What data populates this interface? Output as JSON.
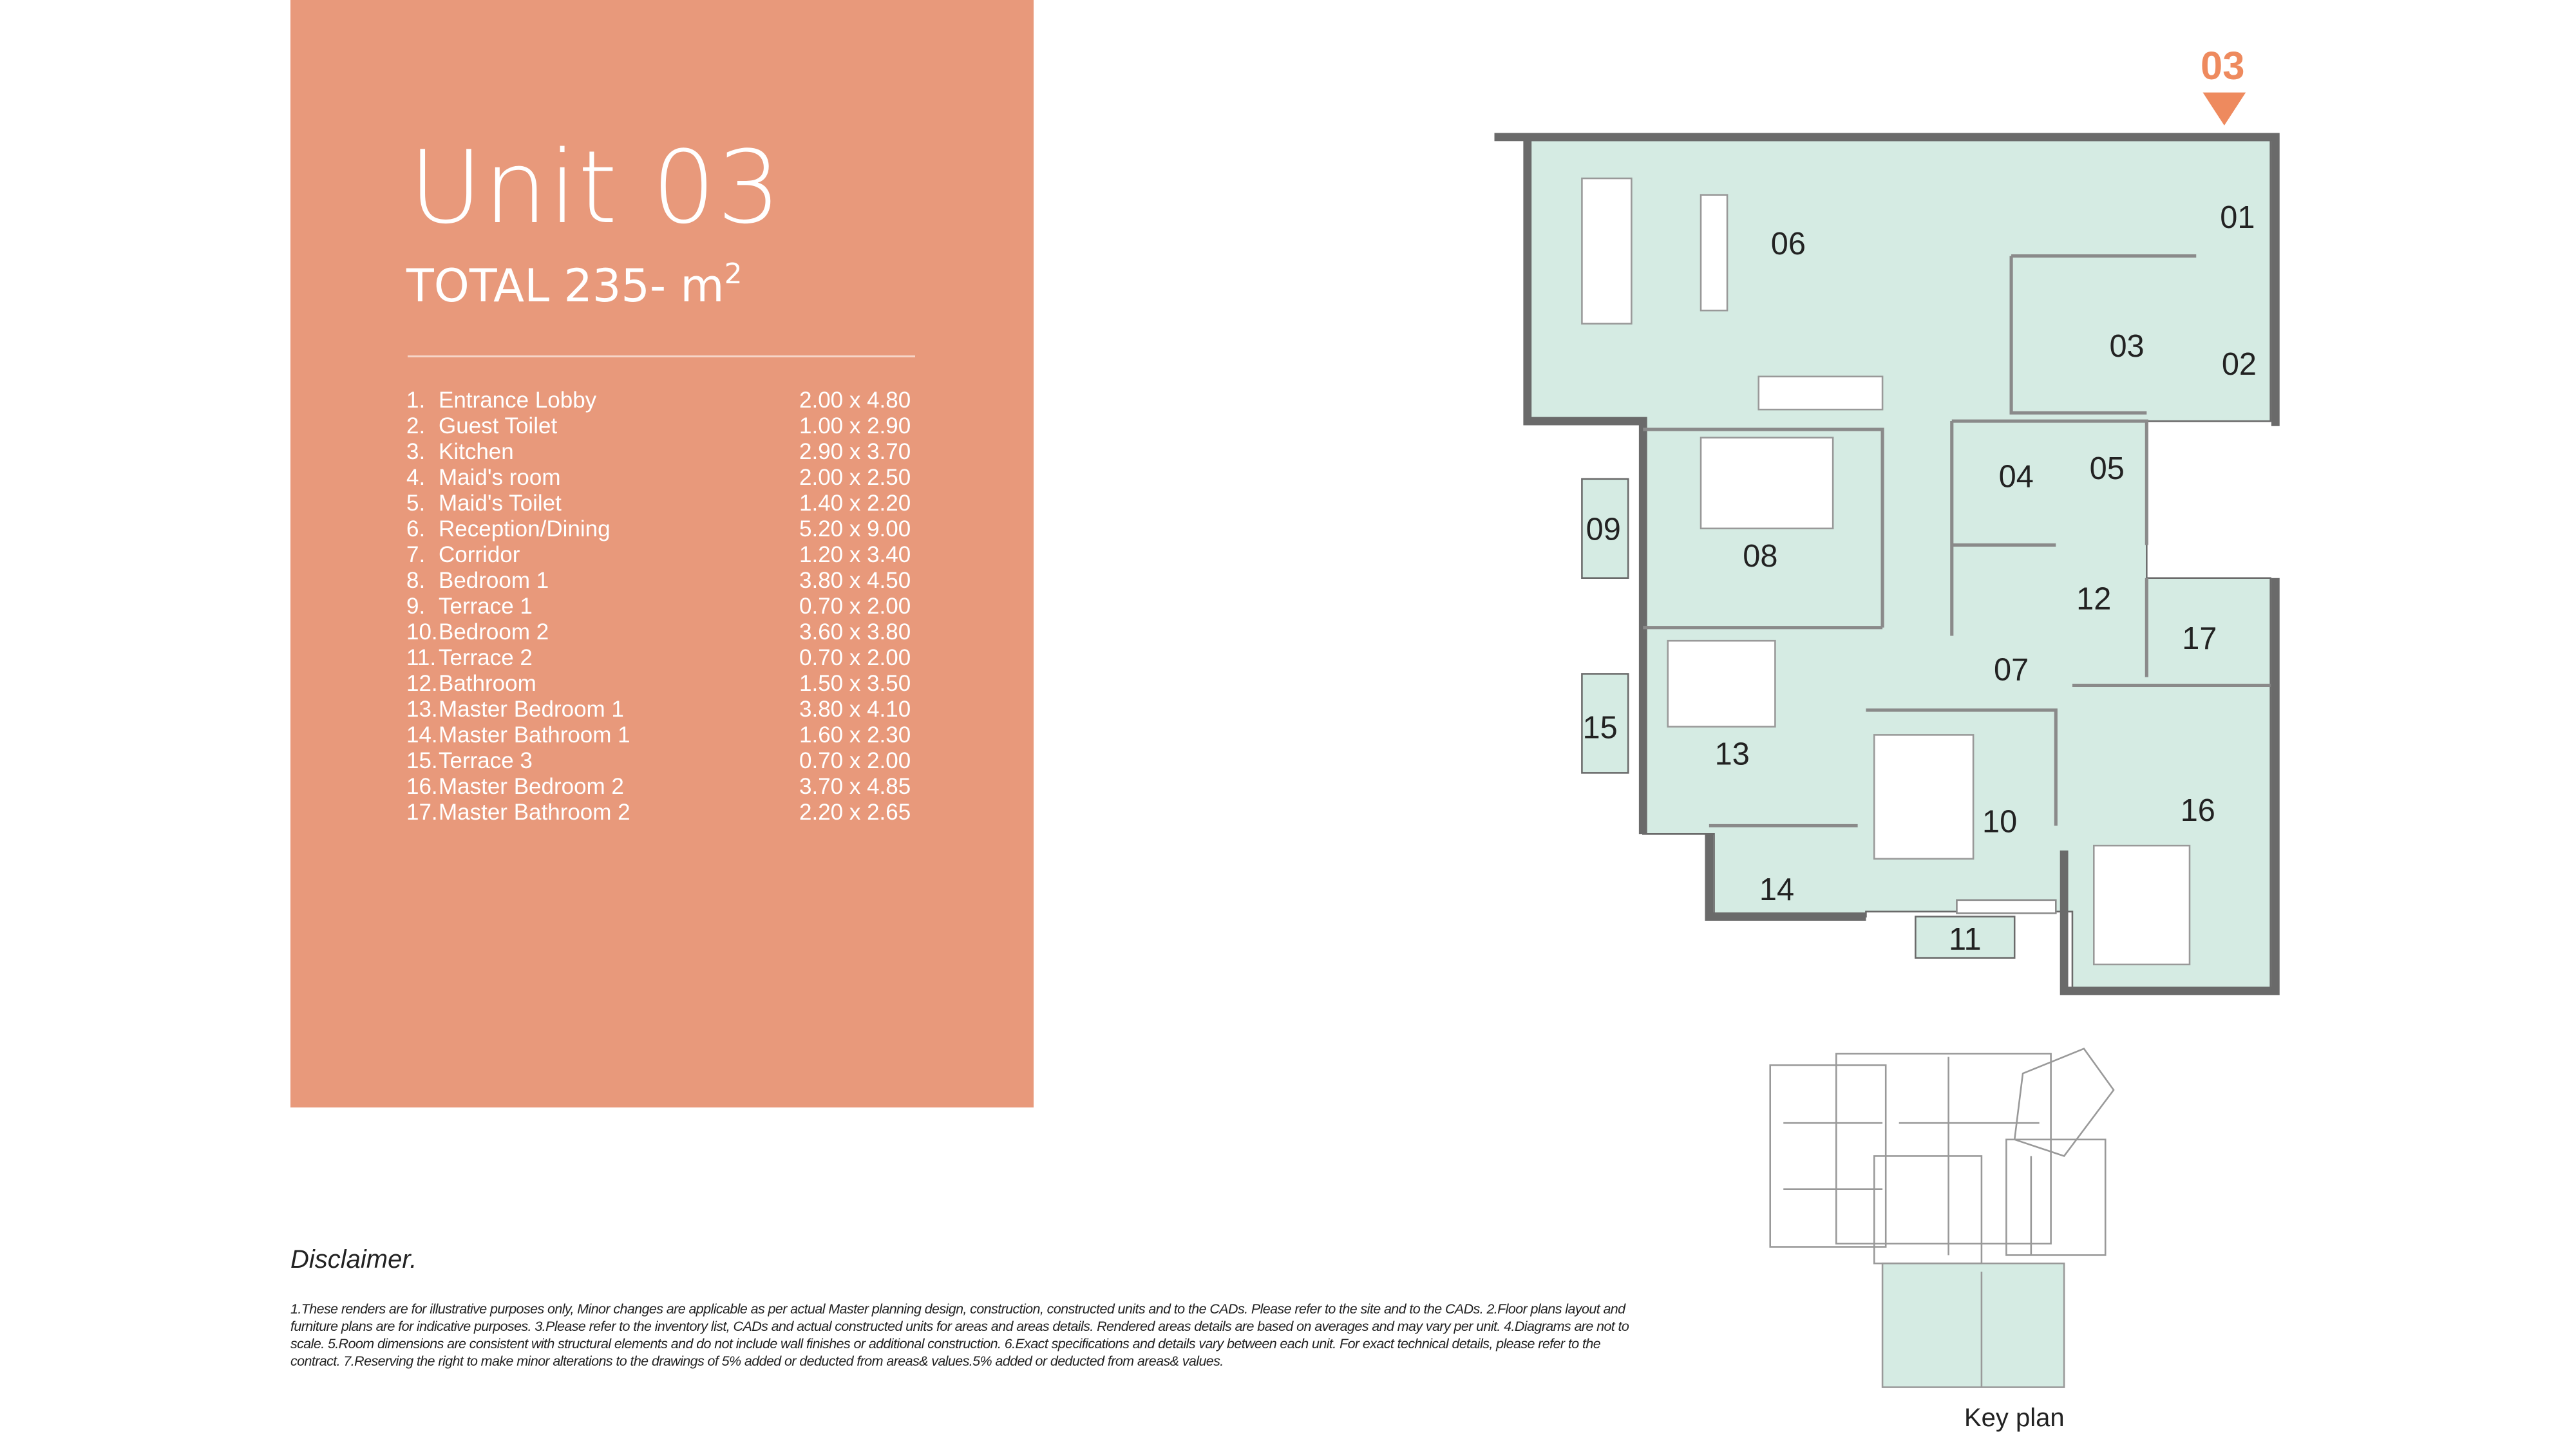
{
  "unit": {
    "title": "Unit 03",
    "total_label": "TOTAL 235- m",
    "total_sup": "2"
  },
  "rooms": [
    {
      "num": "1.",
      "name": "Entrance Lobby",
      "dims": "2.00 x 4.80"
    },
    {
      "num": "2.",
      "name": "Guest Toilet",
      "dims": "1.00 x 2.90"
    },
    {
      "num": "3.",
      "name": "Kitchen",
      "dims": "2.90 x 3.70"
    },
    {
      "num": "4.",
      "name": "Maid's room",
      "dims": "2.00 x 2.50"
    },
    {
      "num": "5.",
      "name": "Maid's Toilet",
      "dims": "1.40 x 2.20"
    },
    {
      "num": "6.",
      "name": "Reception/Dining",
      "dims": "5.20 x 9.00"
    },
    {
      "num": "7.",
      "name": "Corridor",
      "dims": "1.20 x 3.40"
    },
    {
      "num": "8.",
      "name": "Bedroom 1",
      "dims": "3.80 x 4.50"
    },
    {
      "num": "9.",
      "name": "Terrace 1",
      "dims": "0.70 x 2.00"
    },
    {
      "num": "10.",
      "name": "Bedroom 2",
      "dims": "3.60 x 3.80"
    },
    {
      "num": "11.",
      "name": "Terrace 2",
      "dims": "0.70 x 2.00"
    },
    {
      "num": "12.",
      "name": "Bathroom",
      "dims": "1.50 x 3.50"
    },
    {
      "num": "13.",
      "name": "Master Bedroom 1",
      "dims": "3.80 x 4.10"
    },
    {
      "num": "14.",
      "name": "Master Bathroom 1",
      "dims": "1.60 x 2.30"
    },
    {
      "num": "15.",
      "name": "Terrace 3",
      "dims": "0.70 x 2.00"
    },
    {
      "num": "16.",
      "name": "Master Bedroom 2",
      "dims": "3.70 x 4.85"
    },
    {
      "num": "17.",
      "name": "Master Bathroom 2",
      "dims": "2.20 x 2.65"
    }
  ],
  "plan": {
    "unit_marker": "03",
    "labels": {
      "r01": "01",
      "r02": "02",
      "r03": "03",
      "r04": "04",
      "r05": "05",
      "r06": "06",
      "r07": "07",
      "r08": "08",
      "r09": "09",
      "r10": "10",
      "r11": "11",
      "r12": "12",
      "r13": "13",
      "r14": "14",
      "r15": "15",
      "r16": "16",
      "r17": "17"
    },
    "key_plan_label": "Key plan"
  },
  "disclaimer": {
    "heading": "Disclaimer.",
    "text": "1.These renders are for illustrative purposes only, Minor changes are applicable as per actual Master planning design, construction, constructed units and to the CADs. Please refer to the site and to the CADs. 2.Floor plans layout and furniture plans are for indicative purposes. 3.Please refer to the inventory list, CADs and actual constructed units for areas and areas details. Rendered areas details are based on averages and may vary per unit. 4.Diagrams are not to scale. 5.Room dimensions are consistent with structural elements and do not include wall finishes or additional construction. 6.Exact specifications and details vary between each unit. For exact technical details, please refer to the contract. 7.Reserving the right to make minor alterations to the drawings of 5% added or deducted from areas& values.5% added or deducted from areas& values."
  },
  "colors": {
    "panel": "#e8997b",
    "accent": "#ee8a5e",
    "room_fill": "#d5ebe3",
    "wall": "#6a6a6a"
  }
}
